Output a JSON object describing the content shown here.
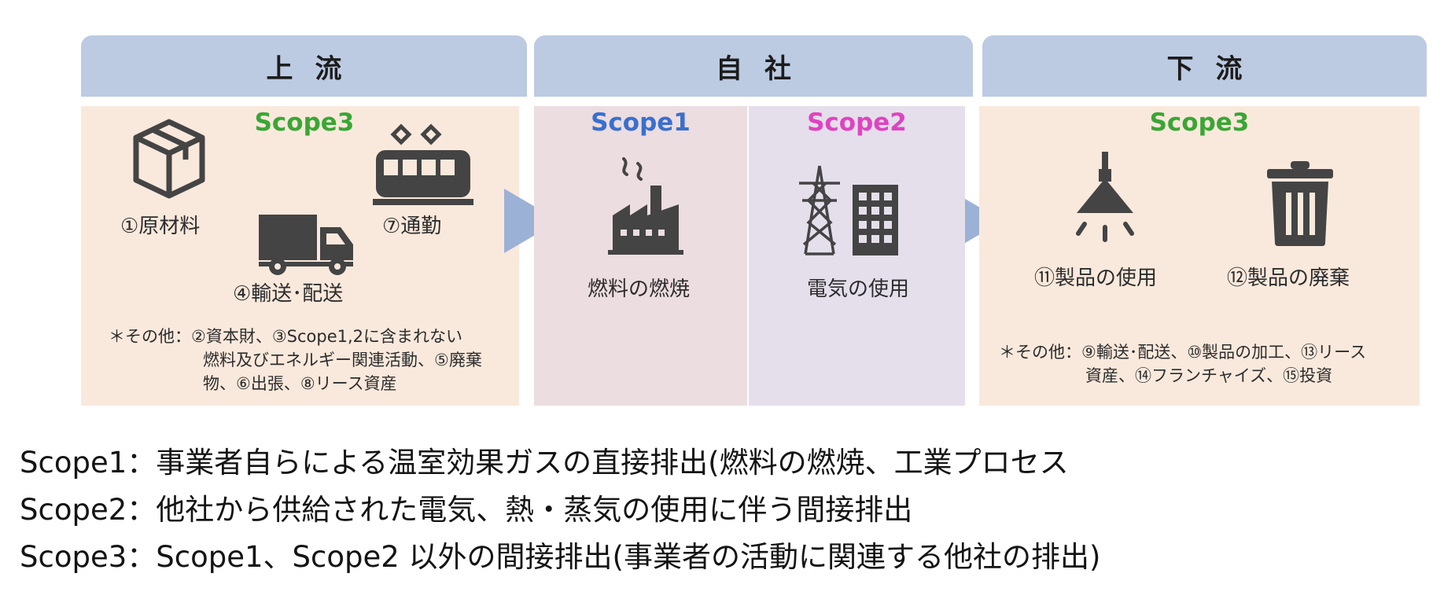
{
  "headers": {
    "upstream": "上流",
    "own": "自社",
    "downstream": "下流"
  },
  "scopes": {
    "s1": "Scope1",
    "s2": "Scope2",
    "s3_up": "Scope3",
    "s3_down": "Scope3"
  },
  "upstream": {
    "items": [
      "①原材料",
      "⑦通勤",
      "④輸送･配送"
    ],
    "note": [
      "＊その他：②資本財、③Scope1,2に含まれない",
      "燃料及びエネルギー関連活動、⑤廃棄",
      "物、⑥出張、⑧リース資産"
    ]
  },
  "own": {
    "s1_item": "燃料の燃焼",
    "s2_item": "電気の使用"
  },
  "downstream": {
    "items": [
      "⑪製品の使用",
      "⑫製品の廃棄"
    ],
    "note": [
      "＊その他：⑨輸送･配送、⑩製品の加工、⑬リース",
      "資産、⑭フランチャイズ、⑮投資"
    ]
  },
  "definitions": [
    "Scope1：事業者自らによる温室効果ガスの直接排出(燃料の燃焼、工業プロセス",
    "Scope2：他社から供給された電気、熱・蒸気の使用に伴う間接排出",
    "Scope3：Scope1、Scope2 以外の間接排出(事業者の活動に関連する他社の排出)"
  ],
  "icons": {
    "raw_material": "box-icon",
    "commute": "train-icon",
    "transport": "truck-icon",
    "fuel": "factory-icon",
    "electricity": "power-tower-building-icon",
    "product_use": "lamp-icon",
    "disposal": "trash-icon",
    "flow_arrow": "triangle-arrow-icon"
  },
  "colors": {
    "header": "#bccbe2",
    "panel_scope3": "#f9e9dc",
    "panel_scope1": "#ecdde0",
    "panel_scope2": "#e5dfec",
    "arrow": "#9cb1d6",
    "scope1": "#3a6fcf",
    "scope2": "#e043bf",
    "scope3": "#3aa635"
  }
}
